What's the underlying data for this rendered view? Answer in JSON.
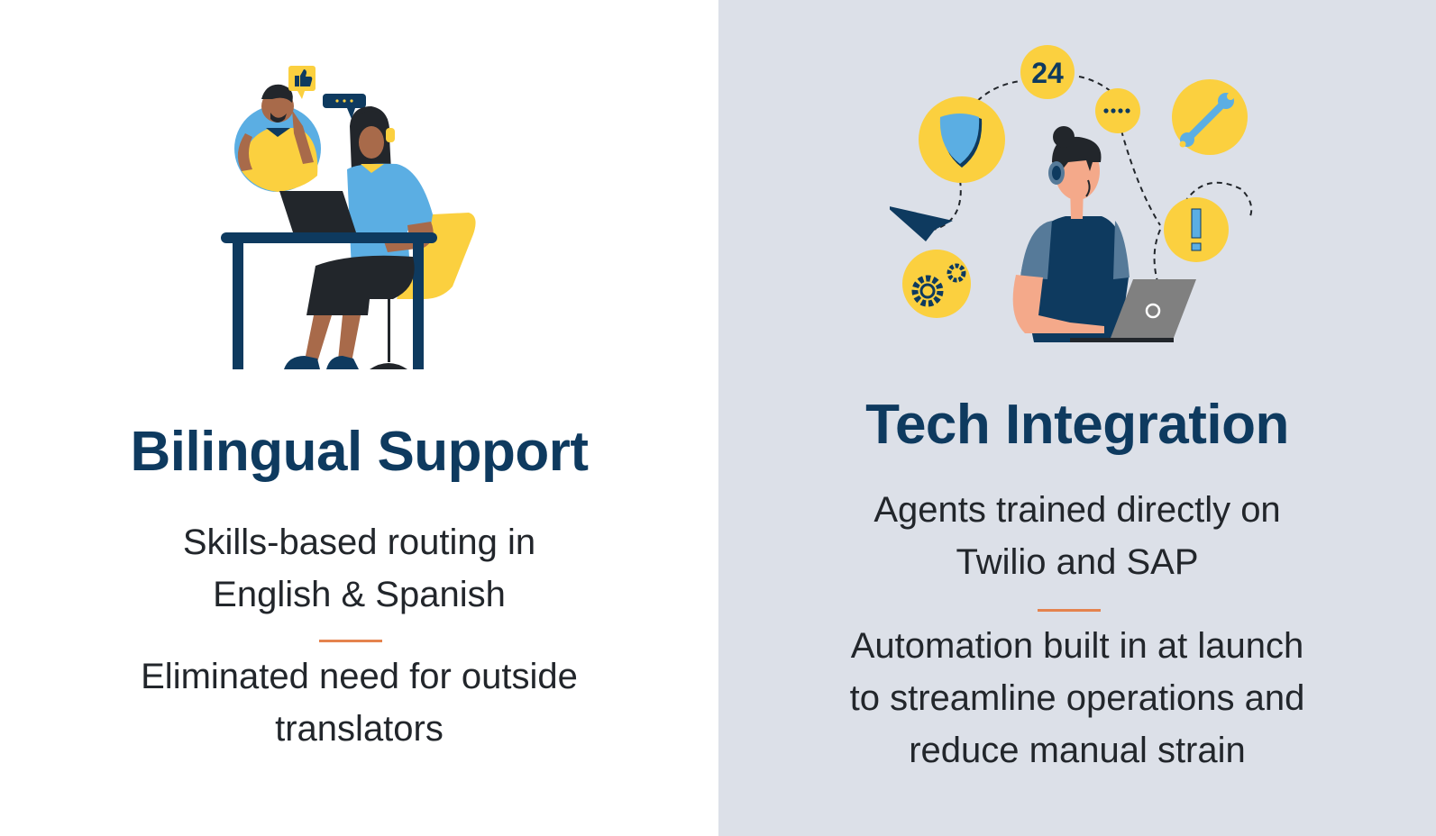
{
  "left_panel": {
    "title": "Bilingual Support",
    "point_1": "Skills-based routing in\nEnglish & Spanish",
    "point_2": "Eliminated need for outside\ntranslators",
    "illustration": "agent-at-desk-with-headset-icon"
  },
  "right_panel": {
    "title": "Tech Integration",
    "point_1": "Agents trained directly on\nTwilio and SAP",
    "point_2": "Automation built in at launch\nto streamline operations and\nreduce manual strain",
    "illustration": "agent-with-laptop-tech-icons",
    "badge_24": "24"
  },
  "colors": {
    "navy": "#0e3a5f",
    "yellow": "#fbd03f",
    "blue": "#5baee3",
    "orange_divider": "#e5834e",
    "right_bg": "#dce0e8"
  }
}
